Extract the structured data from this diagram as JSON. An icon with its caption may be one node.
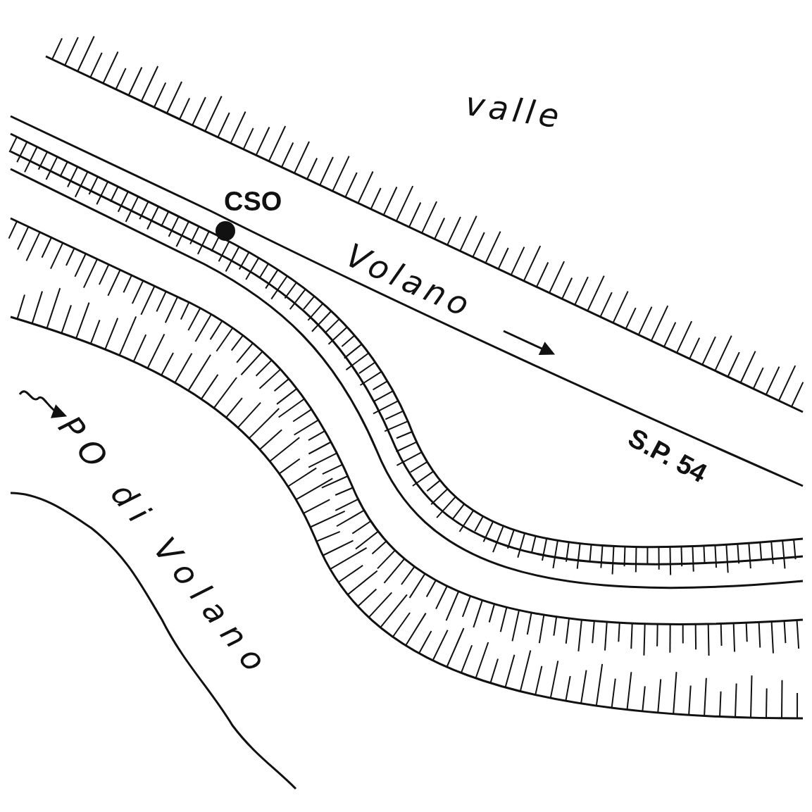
{
  "diagram": {
    "labels": [
      "valle",
      "CSO",
      "Volano",
      "S.P. 54",
      "PO di Volano"
    ]
  }
}
